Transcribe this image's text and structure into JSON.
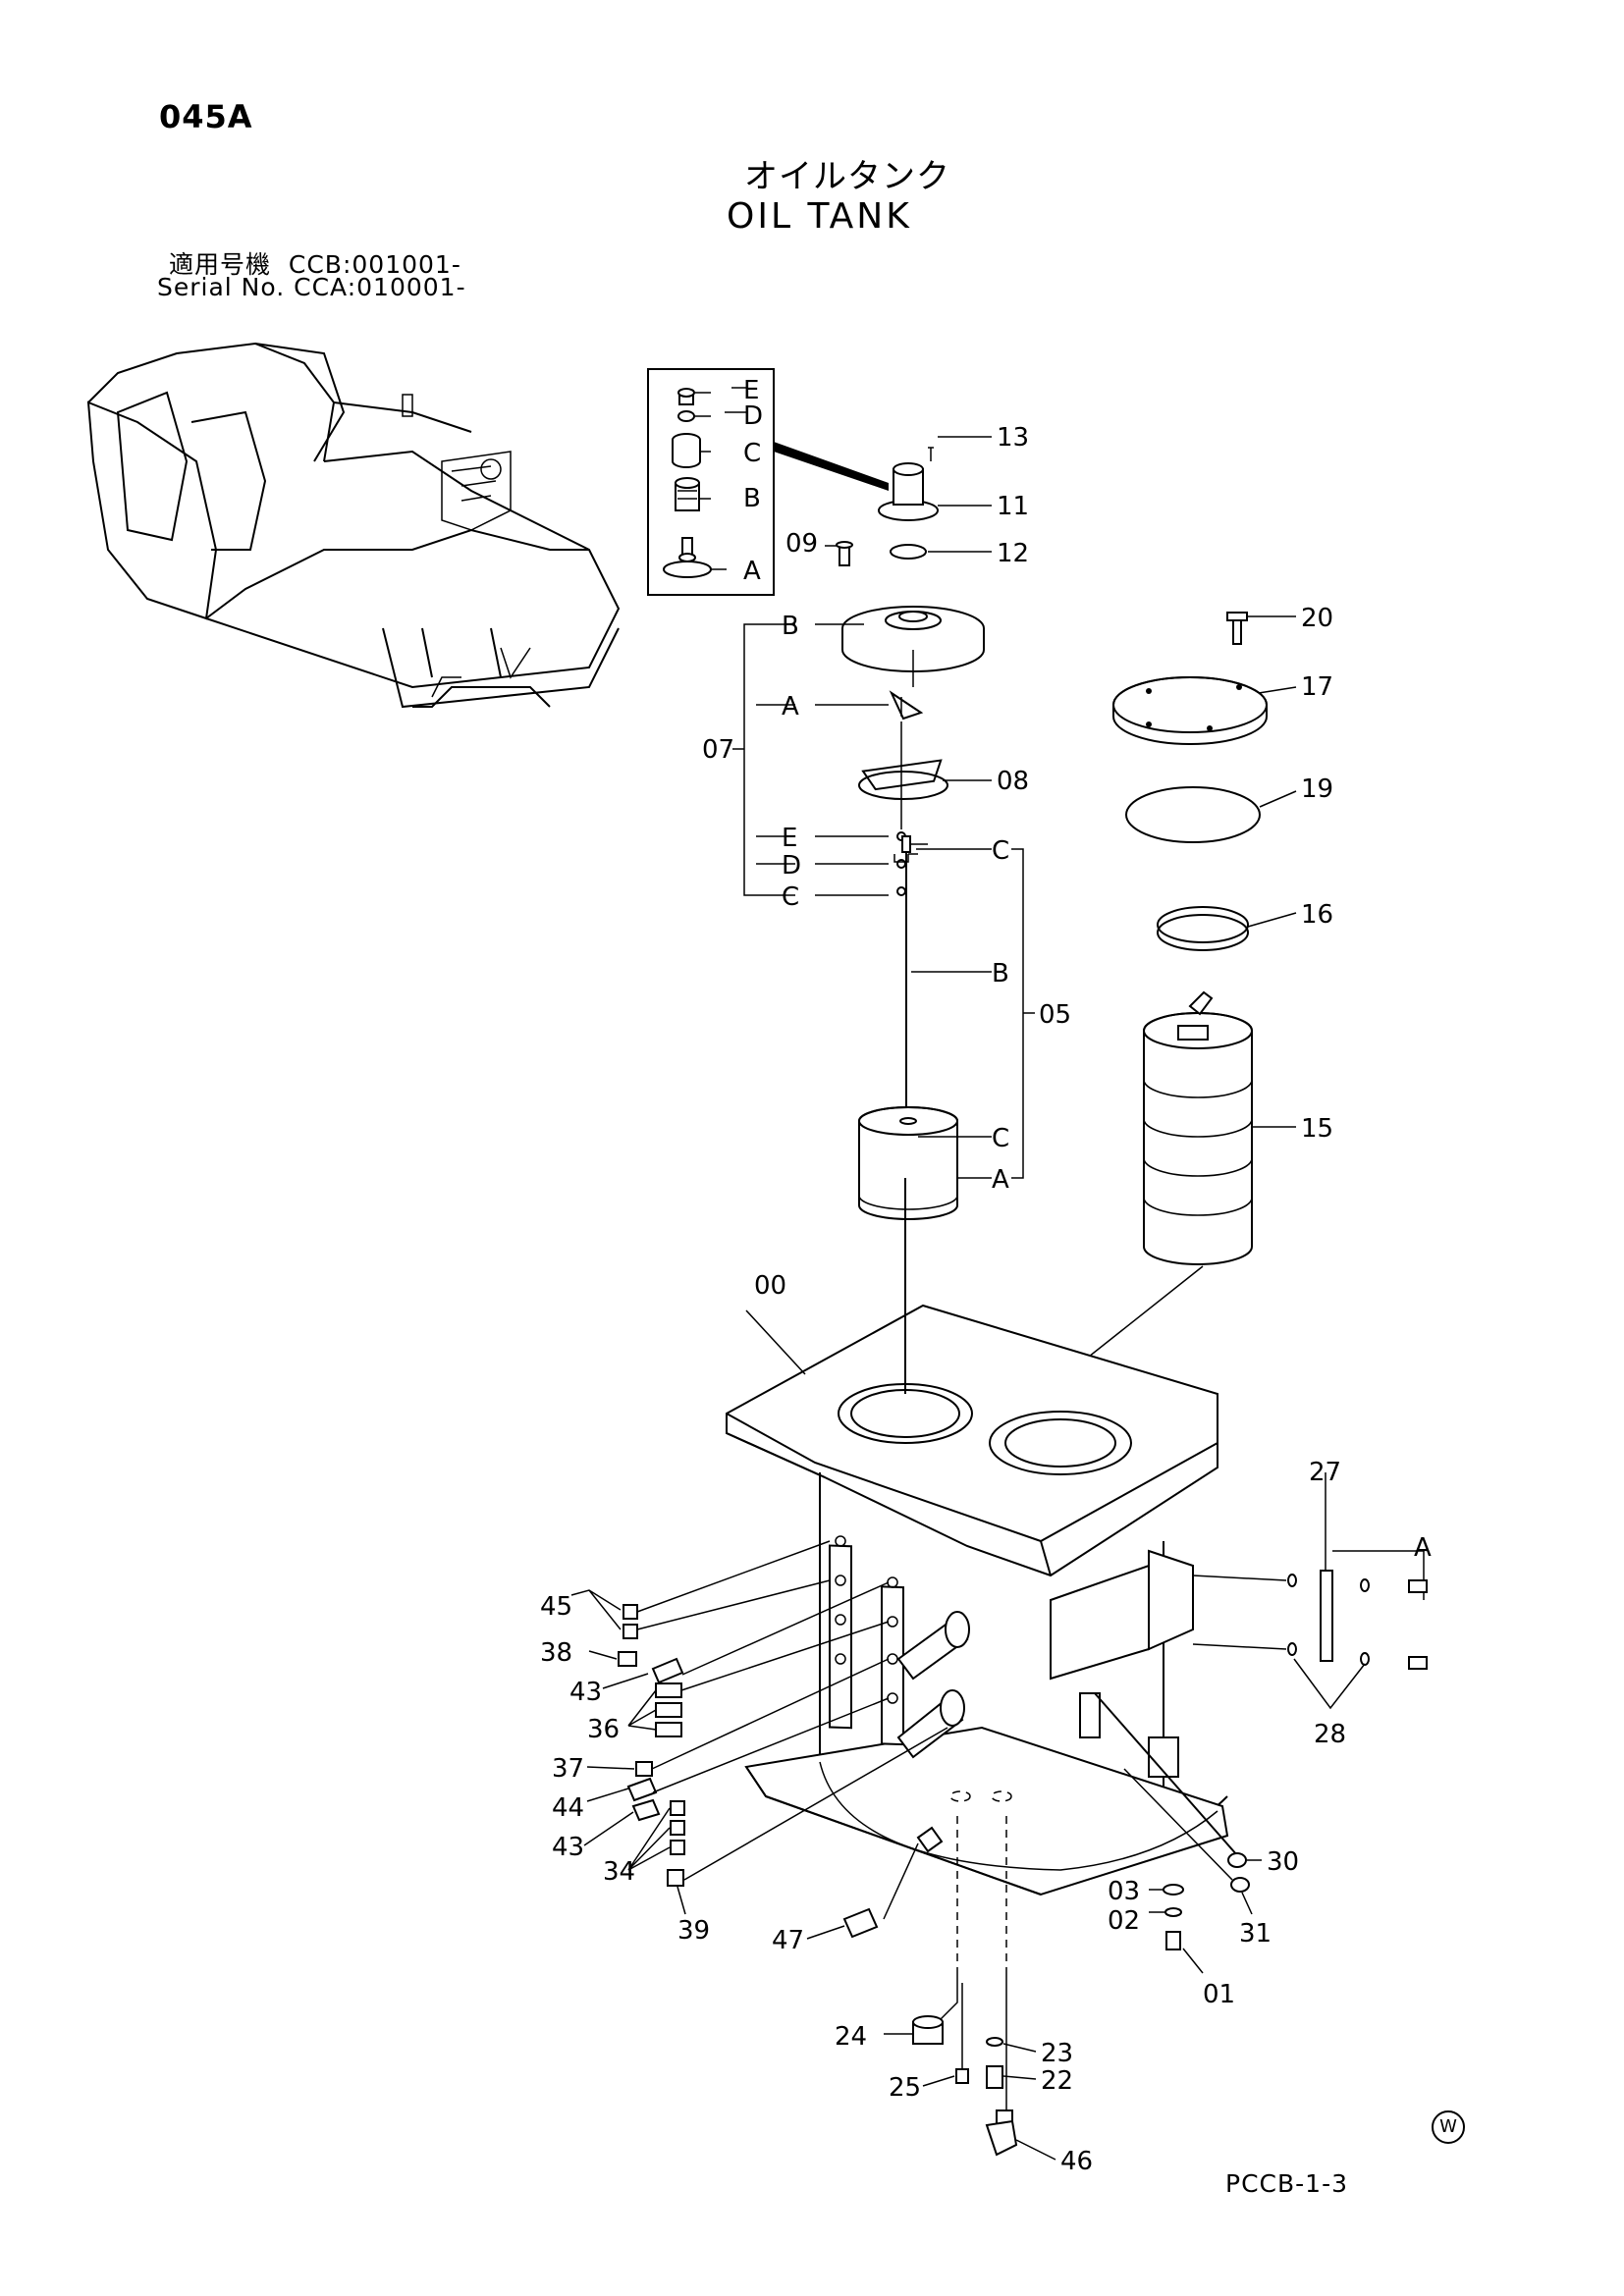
{
  "header": {
    "page_code": "045A",
    "title_ja": "オイルタンク",
    "title_en": "OIL TANK",
    "serial_line1": "適用号機  CCB:001001-",
    "serial_line2": "Serial No. CCA:010001-"
  },
  "footer": {
    "code": "PCCB-1-3",
    "watermark": "W"
  },
  "callouts": {
    "c00": "00",
    "c01": "01",
    "c02": "02",
    "c03": "03",
    "c05": "05",
    "c07": "07",
    "c08": "08",
    "c09": "09",
    "c11": "11",
    "c12": "12",
    "c13": "13",
    "c15": "15",
    "c16": "16",
    "c17": "17",
    "c19": "19",
    "c20": "20",
    "c22": "22",
    "c23": "23",
    "c24": "24",
    "c25": "25",
    "c27": "27",
    "c28": "28",
    "c30": "30",
    "c31": "31",
    "c34": "34",
    "c36": "36",
    "c37": "37",
    "c38": "38",
    "c39": "39",
    "c43a": "43",
    "c43b": "43",
    "c44": "44",
    "c45": "45",
    "c46": "46",
    "c47": "47"
  },
  "subletters": {
    "inset": [
      "E",
      "D",
      "C",
      "B",
      "A"
    ],
    "g07": [
      "B",
      "A",
      "E",
      "D",
      "C"
    ],
    "g05": [
      "C",
      "B",
      "C",
      "A"
    ],
    "g27": "A"
  }
}
